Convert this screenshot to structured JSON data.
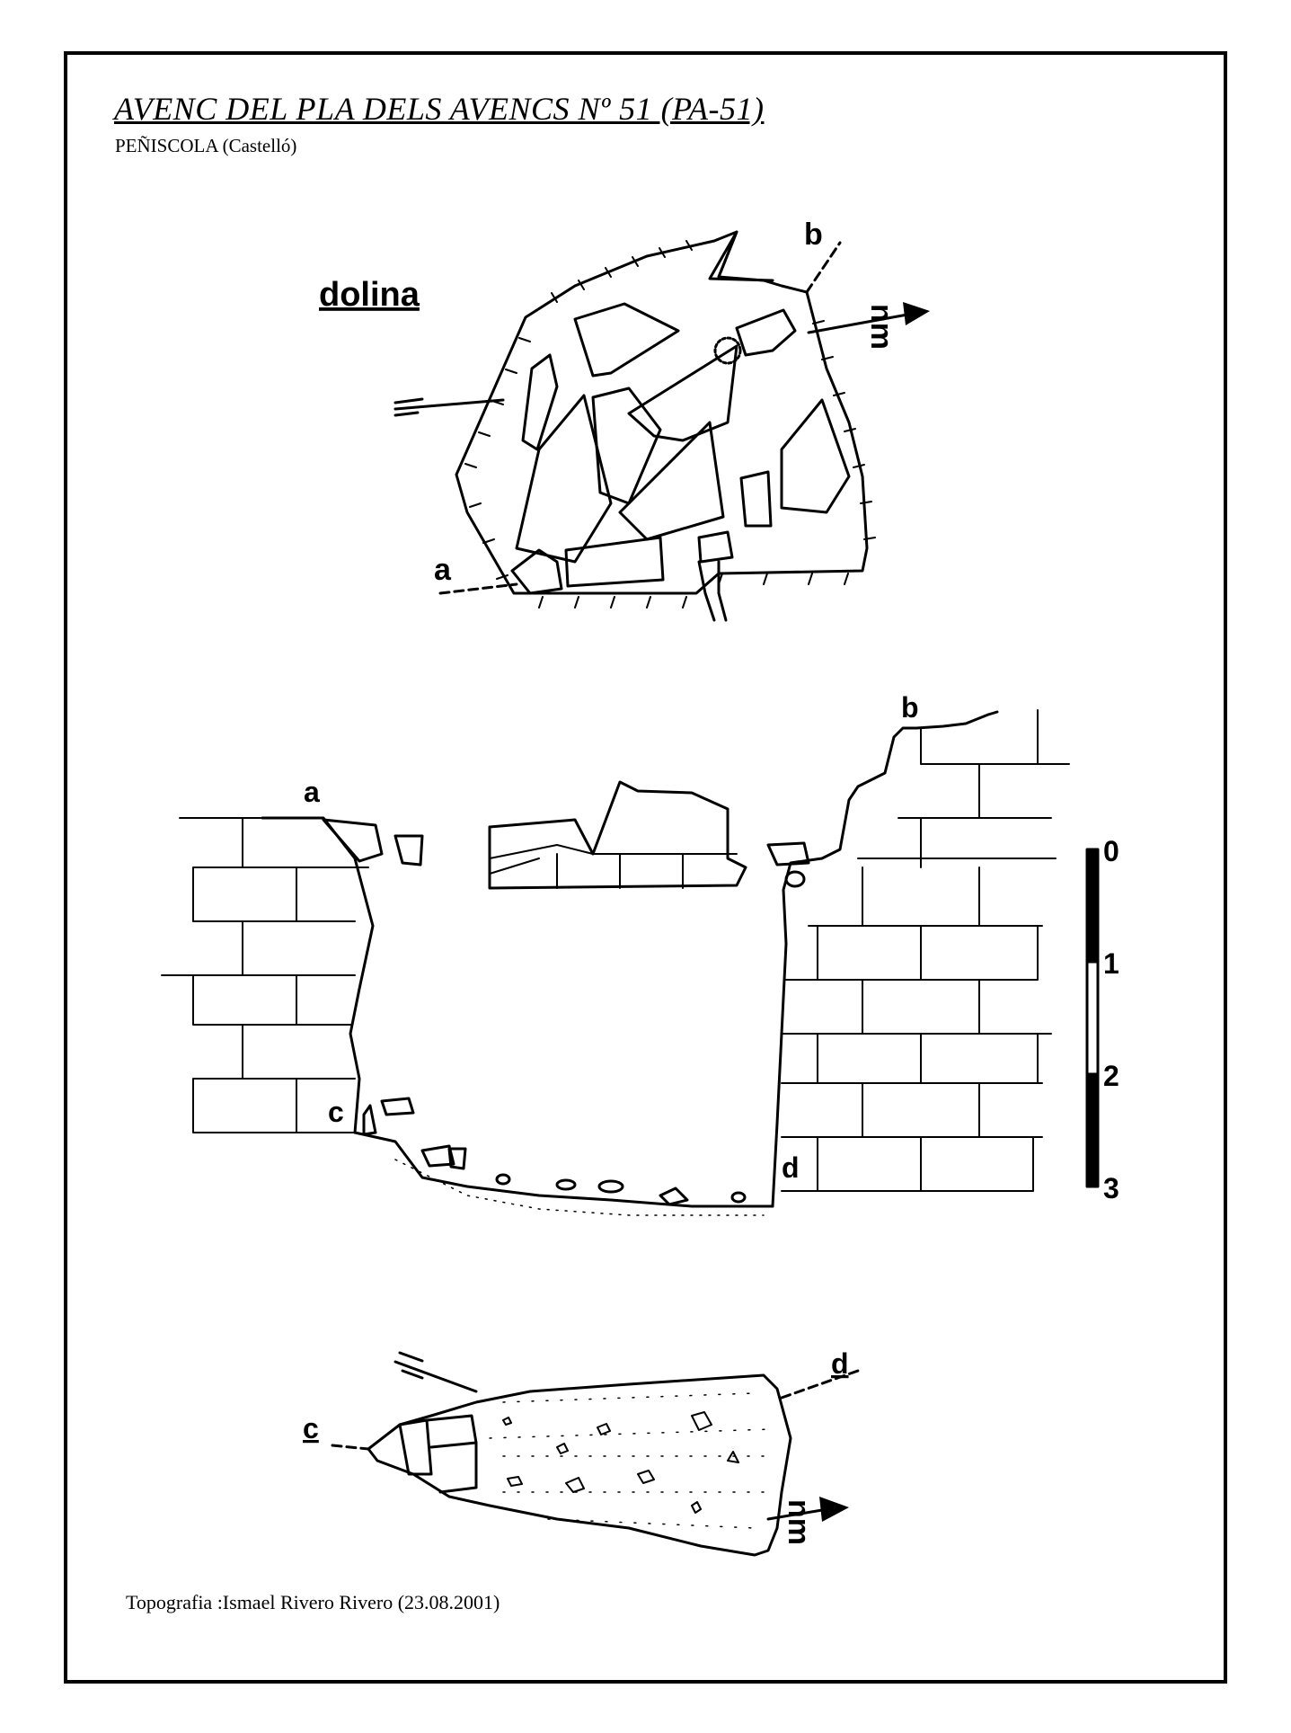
{
  "header": {
    "title": "AVENC DEL PLA DELS AVENCS Nº 51 (PA-51)",
    "location": "PEÑISCOLA (Castelló)"
  },
  "plan_top": {
    "label": "dolina",
    "section_start": "a",
    "section_end": "b",
    "north": "nm"
  },
  "section": {
    "labels": [
      "a",
      "b",
      "c",
      "d"
    ]
  },
  "scale": {
    "ticks": [
      "0",
      "1",
      "2",
      "3"
    ]
  },
  "plan_bottom": {
    "section_start": "c",
    "section_end": "d",
    "north": "nm"
  },
  "footer": {
    "credit": "Topografia :Ismael Rivero Rivero (23.08.2001)"
  }
}
